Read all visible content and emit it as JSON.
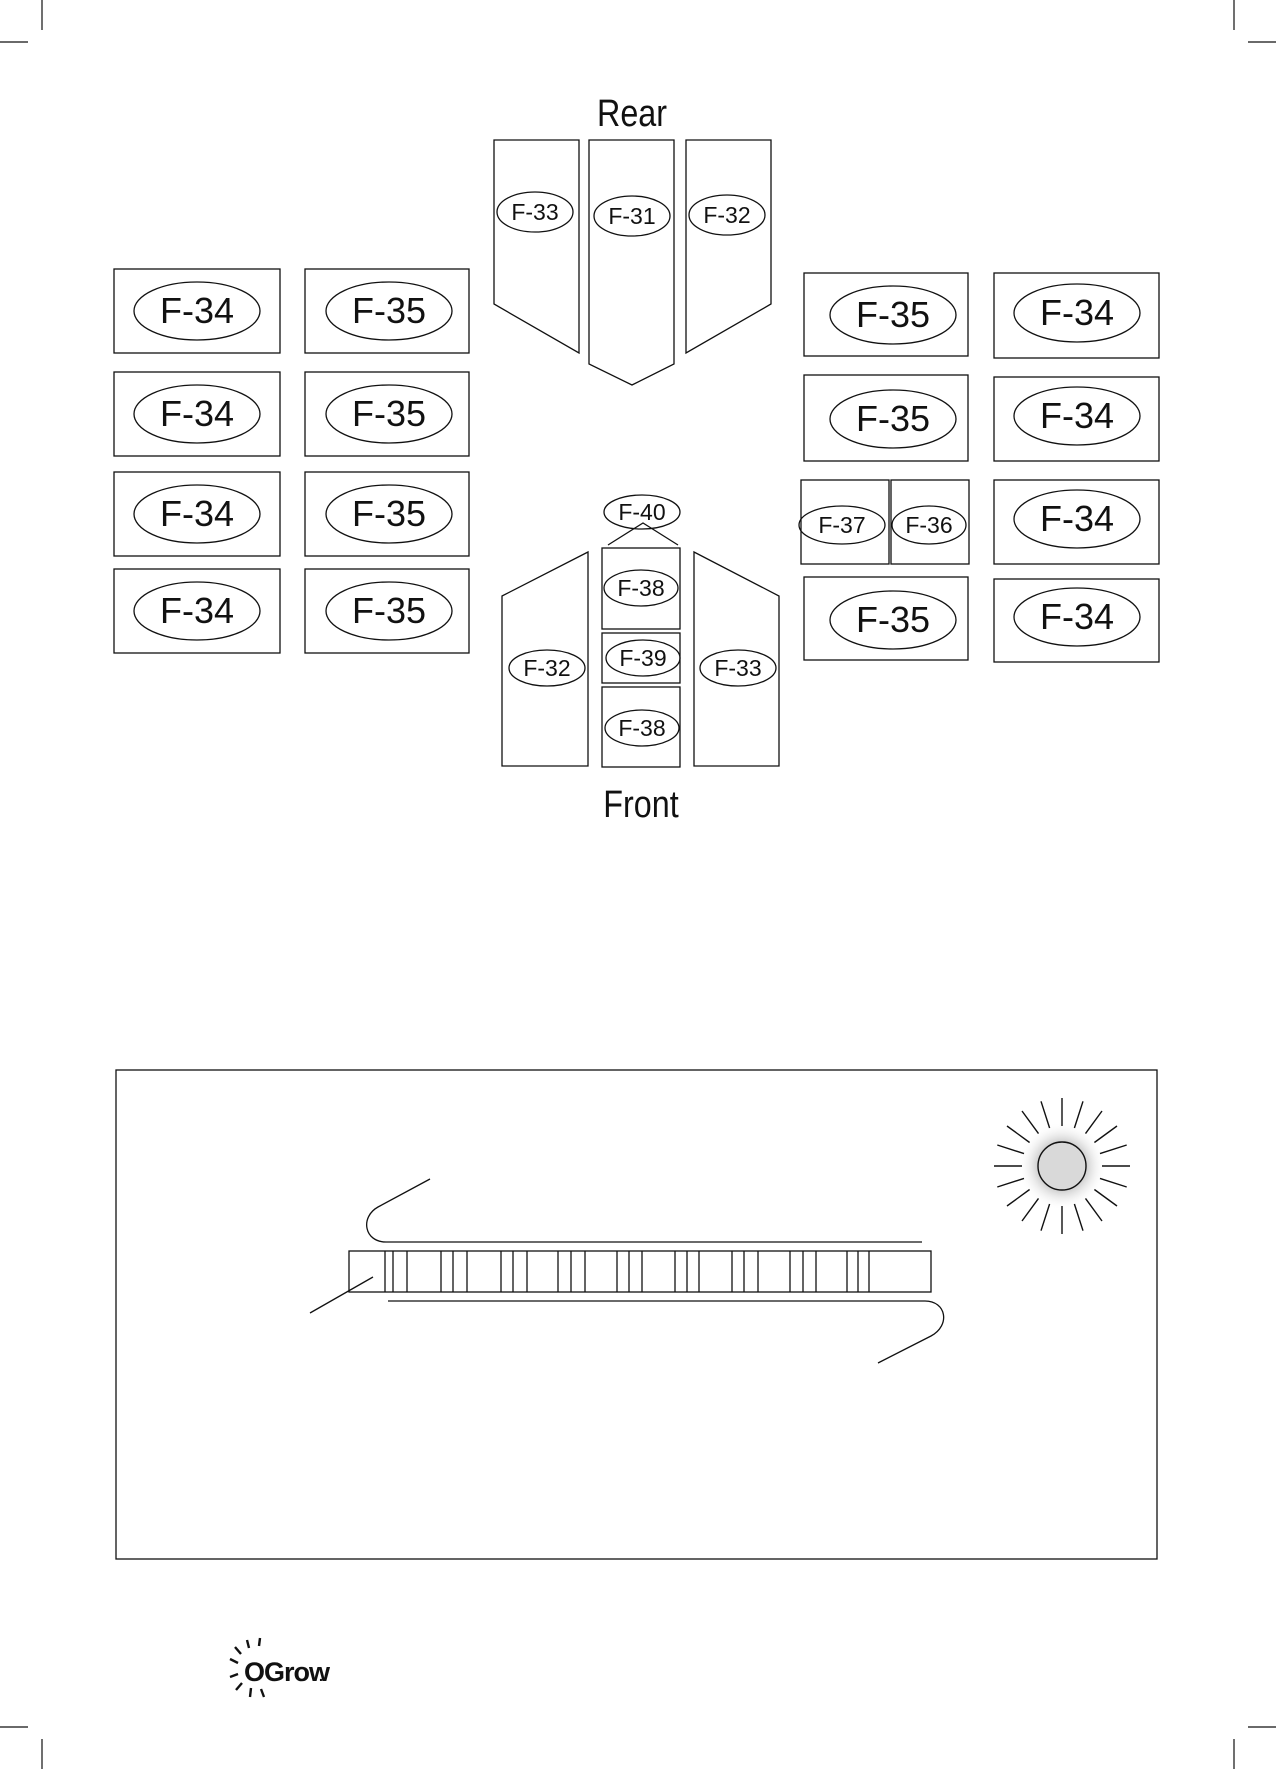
{
  "diagram": {
    "rear_label": "Rear",
    "front_label": "Front",
    "rear_panels": {
      "left": "F-33",
      "center": "F-31",
      "right": "F-32"
    },
    "front_panels": {
      "top_cap": "F-40",
      "left": "F-32",
      "center_top": "F-38",
      "center_mid": "F-39",
      "center_bottom": "F-38",
      "right": "F-33"
    },
    "left_side_panels": [
      {
        "outer": "F-34",
        "inner": "F-35"
      },
      {
        "outer": "F-34",
        "inner": "F-35"
      },
      {
        "outer": "F-34",
        "inner": "F-35"
      },
      {
        "outer": "F-34",
        "inner": "F-35"
      }
    ],
    "right_side_panels": [
      {
        "inner": "F-35",
        "outer": "F-34"
      },
      {
        "inner": "F-35",
        "outer": "F-34"
      },
      {
        "inner_left": "F-37",
        "inner_right": "F-36",
        "outer": "F-34"
      },
      {
        "inner": "F-35",
        "outer": "F-34"
      }
    ]
  },
  "illustration": {
    "subject": "polycarbonate sheet orientation with sun",
    "sun_color": "#d9d9d9"
  },
  "brand": {
    "logo_text": "OGrow",
    "trademark": "."
  },
  "colors": {
    "stroke": "#111111",
    "background": "#ffffff"
  }
}
